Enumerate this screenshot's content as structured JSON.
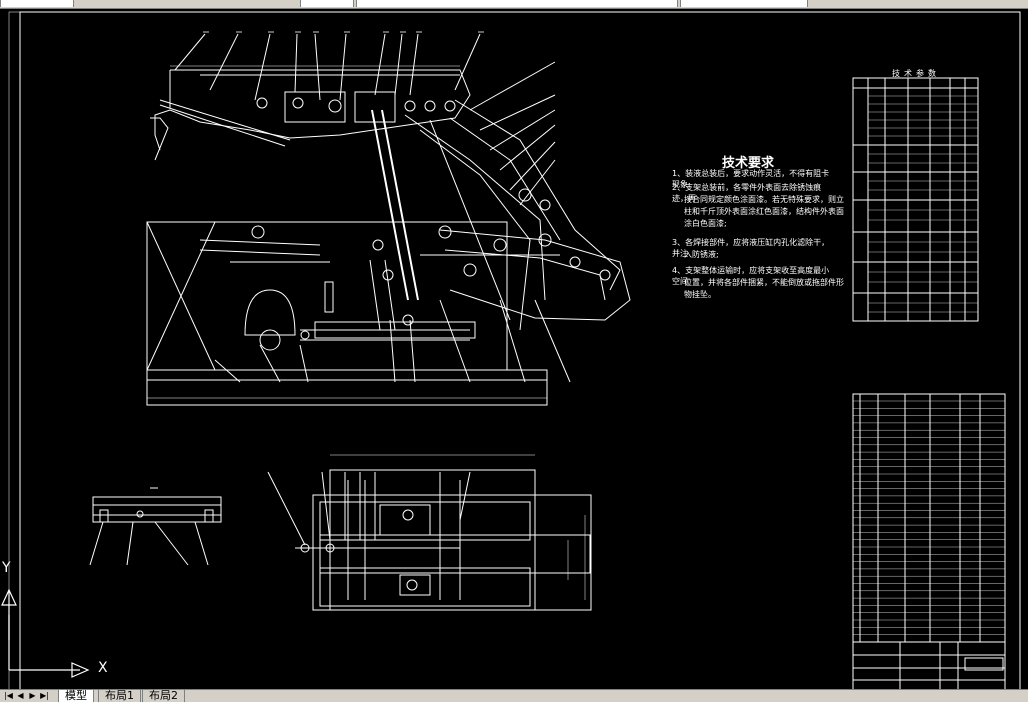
{
  "app": {
    "toolbar_fragments": [
      "",
      "",
      ""
    ]
  },
  "drawing": {
    "tech_requirements": {
      "title": "技术要求",
      "lines": [
        "1、装液总装后，要求动作灵活，不得有阻卡现象;",
        "2、支架总装前，各零件外表面去除锈蚀痕迹，再",
        "按合同规定颜色涂面漆。若无特殊要求，则立",
        "柱和千斤顶外表面涂红色面漆，结构件外表面",
        "涂白色面漆;",
        "3、各焊接部件，应将液压缸内孔化滤除干，并注",
        "入防锈液;",
        "4、支架整体运输时，应将支架收至高度最小空间",
        "位置，并将各部件捆紧，不能倒放或拖部件形",
        "物挂坠。"
      ]
    },
    "tech_params_title": "技术参数",
    "ucs": {
      "x": "X",
      "y": "Y"
    }
  },
  "tabs": [
    {
      "label": "模型",
      "active": true
    },
    {
      "label": "布局1",
      "active": false
    },
    {
      "label": "布局2",
      "active": false
    }
  ],
  "colors": {
    "canvas_bg": "#000000",
    "line": "#ffffff",
    "chrome": "#d4d0c8"
  }
}
